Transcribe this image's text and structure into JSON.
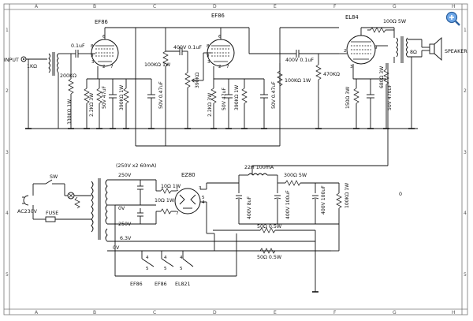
{
  "grid_labels": {
    "columns": [
      "A",
      "B",
      "C",
      "D",
      "E",
      "F",
      "G",
      "H"
    ],
    "rows": [
      "1",
      "2",
      "3",
      "4",
      "5"
    ]
  },
  "tubes": {
    "v1": "EF86",
    "v2": "EF86",
    "v3": "EL84",
    "rect": "EZ80"
  },
  "signal_labels": {
    "input": "INPUT",
    "input_r": "1KΩ",
    "c_in": "0.1uF",
    "grid_r1": "200KΩ",
    "k1_r": "330KΩ 1W",
    "k1_rk": "2.2KΩ 3W",
    "k1_ck": "50V 47uF",
    "scr1_r": "390KΩ 1W",
    "scr1_c": "50V 0.47uF",
    "p1_r": "100KΩ 1W",
    "c12": "400V 0.1uF",
    "vr": "390KΩ",
    "k2_rk": "2.2KΩ 3W",
    "k2_ck": "50V 47uF",
    "scr2_r": "390KΩ 1W",
    "scr2_c": "50V 0.47uF",
    "c23": "400V 0.1uF",
    "p2_r": "100KΩ 1W",
    "grid_r3": "470KΩ",
    "g2_r": "100Ω 5W",
    "k3_rk": "150Ω 3W",
    "k3_r2": "680Ω 3W",
    "k3_ck": "50V 470uF",
    "spk_imp": "8Ω",
    "speaker": "SPEAKER"
  },
  "power_labels": {
    "pt_rating": "(250V x2 60mA)",
    "sec_250_top": "250V",
    "sec_0v": "0V",
    "sec_250_bot": "250V",
    "sec_63": "6.3V",
    "sec_0v_heater": "0V",
    "sw": "SW",
    "fuse": "FUSE",
    "mains": "AC230V",
    "rect_r1": "10Ω 1W",
    "rect_r2": "10Ω 1W",
    "choke": "22H 100mA",
    "r_filter": "300Ω 5W",
    "c_f1": "400V 8uF",
    "c_f2": "400V 100uF",
    "c_f3": "400V 100uF",
    "bleeder": "100KΩ 1W",
    "r_h1": "50Ω 0.5W",
    "r_h2": "50Ω 0.5W",
    "heater_1": "EF86",
    "heater_2": "EF86",
    "heater_3": "EL821",
    "zero_mark": "0"
  },
  "pin_numbers": {
    "one": "1",
    "two": "2",
    "three": "3",
    "four": "4",
    "five": "5",
    "six": "6",
    "seven": "7",
    "eight": "8",
    "nine": "9"
  },
  "zoom_icon": "zoom-in-magnifier-icon"
}
